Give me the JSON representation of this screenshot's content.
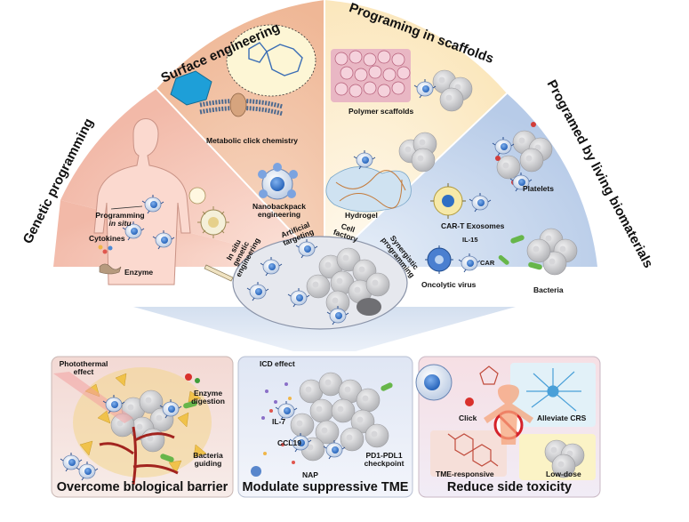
{
  "sections": {
    "genetic": "Genetic programming",
    "surface": "Surface engineering",
    "scaffolds": "Programing in scaffolds",
    "living": "Programed by living biomaterials"
  },
  "labels": {
    "metabolic": "Metabolic click chemistry",
    "nanobackpack_1": "Nanobackpack",
    "nanobackpack_2": "engineering",
    "polymer": "Polymer scaffolds",
    "hydrogel": "Hydrogel",
    "car_t": "CAR-T Exosomes",
    "platelets": "Platelets",
    "oncolytic": "Oncolytic virus",
    "bacteria": "Bacteria",
    "il15": "IL-15",
    "car": "CAR",
    "programming": "Programming",
    "in_situ": "in situ",
    "cytokines": "Cytokines",
    "enzyme": "Enzyme",
    "in_situ_genetic_1": "In situ",
    "in_situ_genetic_2": "genetic",
    "in_situ_genetic_3": "engineering",
    "artificial_1": "Artificial",
    "artificial_2": "targeting",
    "cell_factory_1": "Cell",
    "cell_factory_2": "factory",
    "synergistic_1": "Synergistic",
    "synergistic_2": "programming"
  },
  "panels": {
    "left": {
      "title": "Overcome biological barrier",
      "photothermal_1": "Photothermal",
      "photothermal_2": "effect",
      "enzyme_1": "Enzyme",
      "enzyme_2": "digestion",
      "bacteria_1": "Bacteria",
      "bacteria_2": "guiding"
    },
    "middle": {
      "title": "Modulate suppressive TME",
      "icd": "ICD effect",
      "il7": "IL-7",
      "ccl19": "CCL19",
      "nap": "NAP",
      "pd1_1": "PD1-PDL1",
      "pd1_2": "checkpoint"
    },
    "right": {
      "title": "Reduce side toxicity",
      "click": "Click",
      "crs": "Alleviate CRS",
      "tme": "TME-responsive",
      "lowdose": "Low-dose"
    }
  },
  "colors": {
    "genetic_bg": "#f7c9bd",
    "surface_bg": "#f4c7ad",
    "scaffold_bg": "#fdf0cf",
    "living_bg": "#c9d8ee",
    "cell_blue": "#3f7fcf",
    "tumor_gray": "#c9c9cc",
    "vessel_red": "#a2241f"
  }
}
